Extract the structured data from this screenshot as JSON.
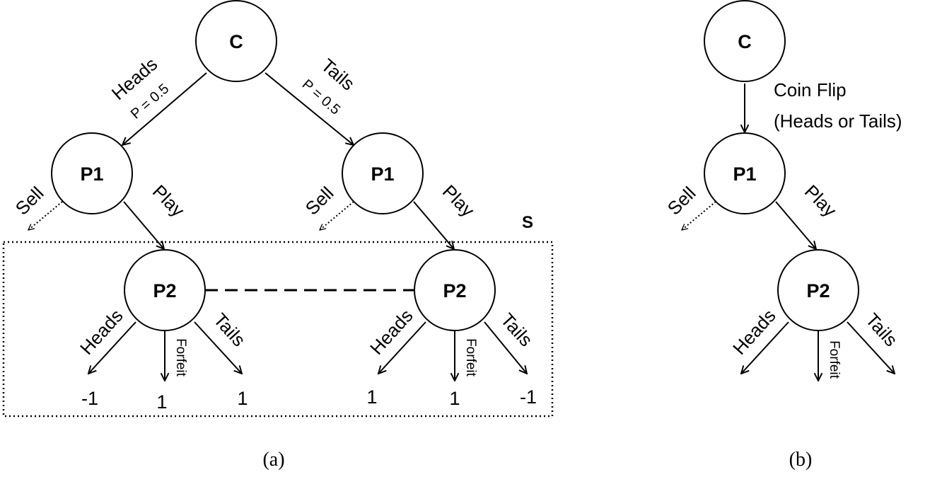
{
  "colors": {
    "stroke": "#000000",
    "background": "#ffffff"
  },
  "diagram_a": {
    "root": "C",
    "root_edges": {
      "left": {
        "label": "Heads",
        "prob": "P = 0.5"
      },
      "right": {
        "label": "Tails",
        "prob": "P = 0.5"
      }
    },
    "p1_left": "P1",
    "p1_right": "P1",
    "p1_actions": {
      "sell": "Sell",
      "play": "Play"
    },
    "p2_left": "P2",
    "p2_right": "P2",
    "p2_actions": {
      "heads": "Heads",
      "forfeit": "Forfeit",
      "tails": "Tails"
    },
    "payoffs_left": [
      "-1",
      "1",
      "1"
    ],
    "payoffs_right": [
      "1",
      "1",
      "-1"
    ],
    "set_label": "S",
    "caption": "(a)"
  },
  "diagram_b": {
    "root": "C",
    "coin_flip_line1": "Coin Flip",
    "coin_flip_line2": "(Heads or Tails)",
    "p1": "P1",
    "p1_actions": {
      "sell": "Sell",
      "play": "Play"
    },
    "p2": "P2",
    "p2_actions": {
      "heads": "Heads",
      "forfeit": "Forfeit",
      "tails": "Tails"
    },
    "caption": "(b)"
  }
}
